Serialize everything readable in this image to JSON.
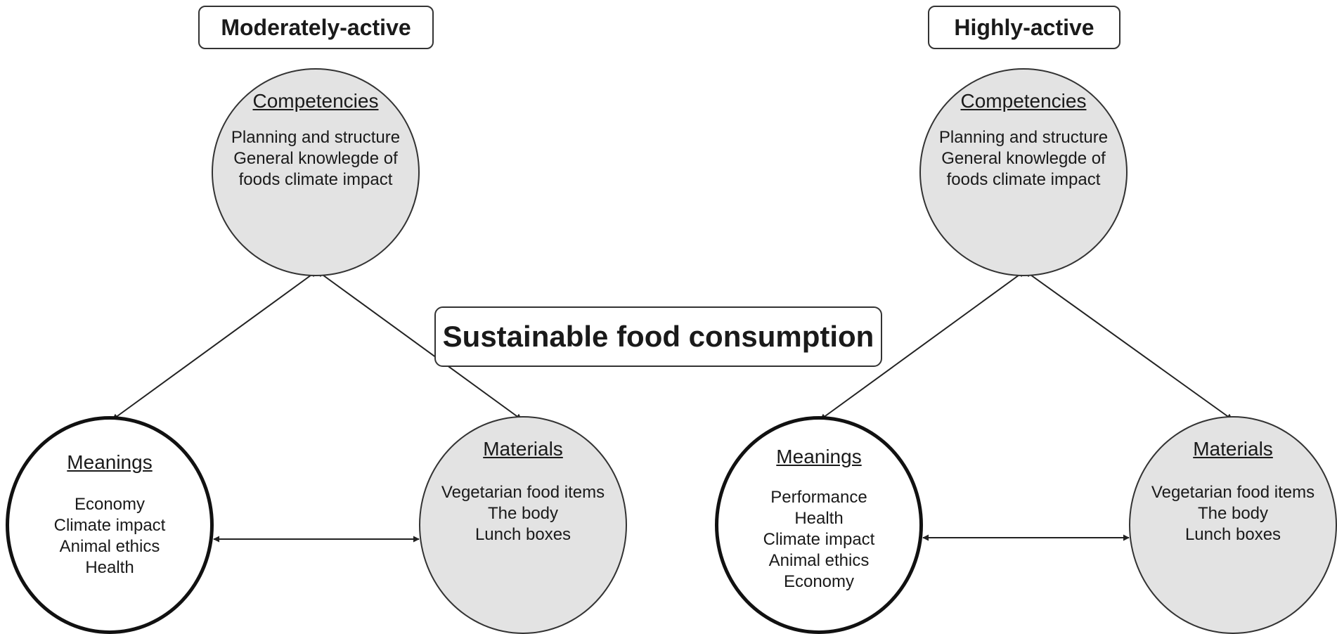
{
  "diagram": {
    "center_title": "Sustainable food consumption",
    "groups": [
      {
        "title": "Moderately-active",
        "competencies": {
          "title": "Competencies",
          "items": [
            "Planning and structure",
            "General knowlegde of",
            "foods climate impact"
          ]
        },
        "meanings": {
          "title": "Meanings",
          "items": [
            "Economy",
            "Climate impact",
            "Animal ethics",
            "Health"
          ]
        },
        "materials": {
          "title": "Materials",
          "items": [
            "Vegetarian food items",
            "The body",
            "Lunch boxes"
          ]
        }
      },
      {
        "title": "Highly-active",
        "competencies": {
          "title": "Competencies",
          "items": [
            "Planning and structure",
            "General knowlegde of",
            "foods climate impact"
          ]
        },
        "meanings": {
          "title": "Meanings",
          "items": [
            "Performance",
            "Health",
            "Climate impact",
            "Animal ethics",
            "Economy"
          ]
        },
        "materials": {
          "title": "Materials",
          "items": [
            "Vegetarian food items",
            "The body",
            "Lunch boxes"
          ]
        }
      }
    ]
  },
  "colors": {
    "circle_fill": "#e3e3e3",
    "stroke": "#333333"
  }
}
